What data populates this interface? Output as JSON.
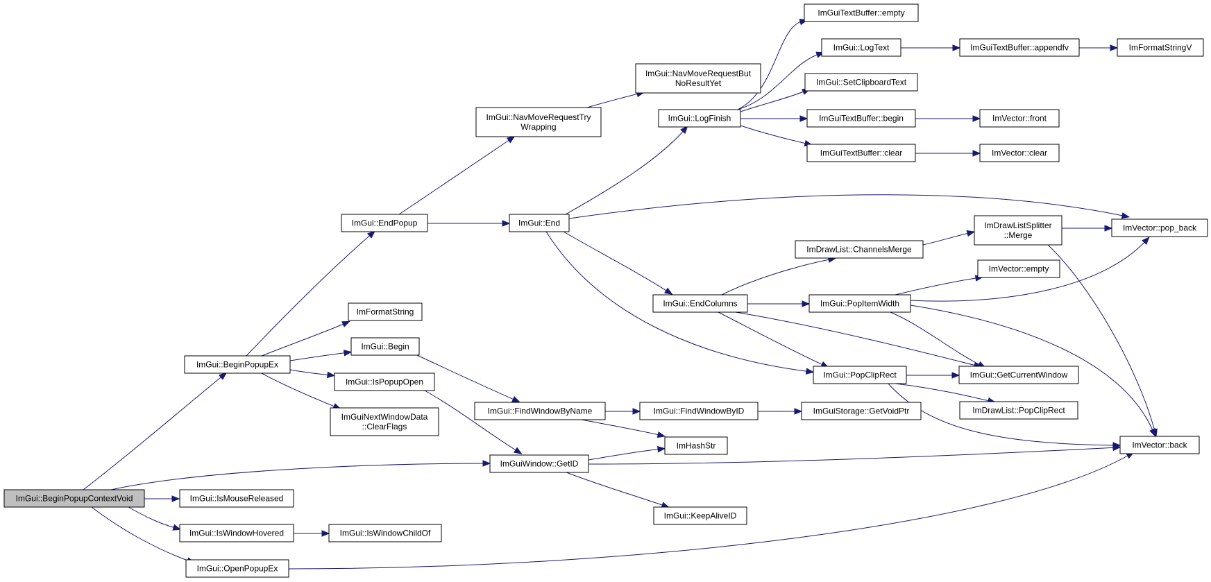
{
  "graph": {
    "colors": {
      "edge": "#191970",
      "node_border": "#000000",
      "node_fill": "#ffffff",
      "root_fill": "#bfbfbf"
    },
    "nodes": [
      {
        "id": "beginPopupContextVoid",
        "lines": [
          "ImGui::BeginPopupContextVoid"
        ],
        "root": true
      },
      {
        "id": "beginPopupEx",
        "lines": [
          "ImGui::BeginPopupEx"
        ]
      },
      {
        "id": "isMouseReleased",
        "lines": [
          "ImGui::IsMouseReleased"
        ]
      },
      {
        "id": "isWindowHovered",
        "lines": [
          "ImGui::IsWindowHovered"
        ]
      },
      {
        "id": "openPopupEx",
        "lines": [
          "ImGui::OpenPopupEx"
        ]
      },
      {
        "id": "endPopup",
        "lines": [
          "ImGui::EndPopup"
        ]
      },
      {
        "id": "imFormatString",
        "lines": [
          "ImFormatString"
        ]
      },
      {
        "id": "begin",
        "lines": [
          "ImGui::Begin"
        ]
      },
      {
        "id": "isPopupOpen",
        "lines": [
          "ImGui::IsPopupOpen"
        ]
      },
      {
        "id": "nwdClearFlags",
        "lines": [
          "ImGuiNextWindowData",
          "::ClearFlags"
        ]
      },
      {
        "id": "isWindowChildOf",
        "lines": [
          "ImGui::IsWindowChildOf"
        ]
      },
      {
        "id": "navTryWrapping",
        "lines": [
          "ImGui::NavMoveRequestTry",
          "Wrapping"
        ]
      },
      {
        "id": "end",
        "lines": [
          "ImGui::End"
        ]
      },
      {
        "id": "findWindowByName",
        "lines": [
          "ImGui::FindWindowByName"
        ]
      },
      {
        "id": "getID",
        "lines": [
          "ImGuiWindow::GetID"
        ]
      },
      {
        "id": "navButNoResult",
        "lines": [
          "ImGui::NavMoveRequestBut",
          "NoResultYet"
        ]
      },
      {
        "id": "logFinish",
        "lines": [
          "ImGui::LogFinish"
        ]
      },
      {
        "id": "endColumns",
        "lines": [
          "ImGui::EndColumns"
        ]
      },
      {
        "id": "findWindowByID",
        "lines": [
          "ImGui::FindWindowByID"
        ]
      },
      {
        "id": "imHashStr",
        "lines": [
          "ImHashStr"
        ]
      },
      {
        "id": "keepAliveID",
        "lines": [
          "ImGui::KeepAliveID"
        ]
      },
      {
        "id": "tbEmpty",
        "lines": [
          "ImGuiTextBuffer::empty"
        ]
      },
      {
        "id": "logText",
        "lines": [
          "ImGui::LogText"
        ]
      },
      {
        "id": "setClipboardText",
        "lines": [
          "ImGui::SetClipboardText"
        ]
      },
      {
        "id": "tbBegin",
        "lines": [
          "ImGuiTextBuffer::begin"
        ]
      },
      {
        "id": "tbClear",
        "lines": [
          "ImGuiTextBuffer::clear"
        ]
      },
      {
        "id": "channelsMerge",
        "lines": [
          "ImDrawList::ChannelsMerge"
        ]
      },
      {
        "id": "popItemWidth",
        "lines": [
          "ImGui::PopItemWidth"
        ]
      },
      {
        "id": "popClipRect",
        "lines": [
          "ImGui::PopClipRect"
        ]
      },
      {
        "id": "getVoidPtr",
        "lines": [
          "ImGuiStorage::GetVoidPtr"
        ]
      },
      {
        "id": "tbAppendfv",
        "lines": [
          "ImGuiTextBuffer::appendfv"
        ]
      },
      {
        "id": "vFront",
        "lines": [
          "ImVector::front"
        ]
      },
      {
        "id": "vClear",
        "lines": [
          "ImVector::clear"
        ]
      },
      {
        "id": "splitterMerge",
        "lines": [
          "ImDrawListSplitter",
          "::Merge"
        ]
      },
      {
        "id": "vEmpty",
        "lines": [
          "ImVector::empty"
        ]
      },
      {
        "id": "getCurrentWindow",
        "lines": [
          "ImGui::GetCurrentWindow"
        ]
      },
      {
        "id": "dlPopClipRect",
        "lines": [
          "ImDrawList::PopClipRect"
        ]
      },
      {
        "id": "imFormatStringV",
        "lines": [
          "ImFormatStringV"
        ]
      },
      {
        "id": "vPopBack",
        "lines": [
          "ImVector::pop_back"
        ]
      },
      {
        "id": "vBack",
        "lines": [
          "ImVector::back"
        ]
      }
    ]
  }
}
